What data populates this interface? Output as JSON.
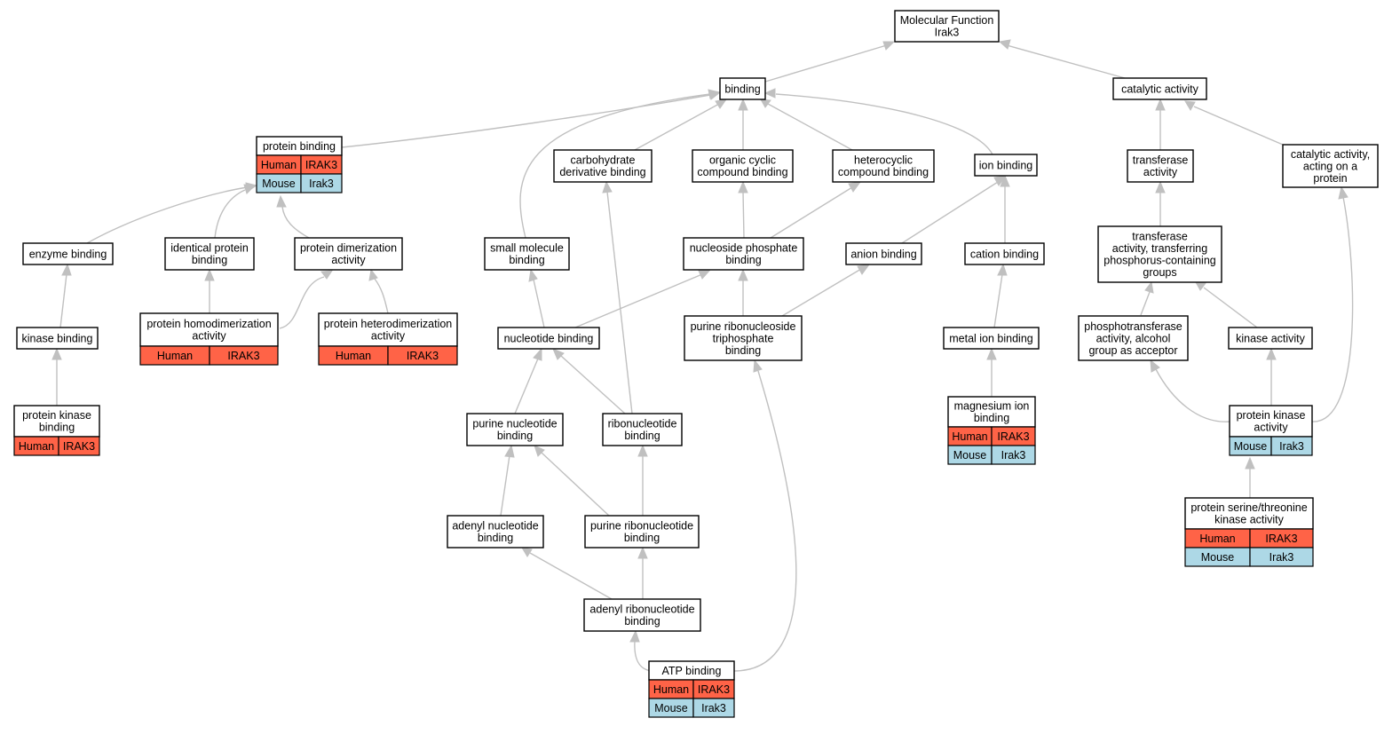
{
  "colors": {
    "human": "#ff6347",
    "mouse": "#add8e6",
    "edge": "#c0c0c0",
    "border": "#000000"
  },
  "nodes": {
    "mf": {
      "lines": [
        "Molecular Function",
        "Irak3"
      ]
    },
    "binding": {
      "lines": [
        "binding"
      ]
    },
    "catalytic": {
      "lines": [
        "catalytic activity"
      ]
    },
    "protbind": {
      "lines": [
        "protein binding"
      ],
      "species": [
        [
          "Human",
          "IRAK3"
        ],
        [
          "Mouse",
          "Irak3"
        ]
      ]
    },
    "carbo": {
      "lines": [
        "carbohydrate",
        "derivative binding"
      ]
    },
    "orgcyc": {
      "lines": [
        "organic cyclic",
        "compound binding"
      ]
    },
    "hetcyc": {
      "lines": [
        "heterocyclic",
        "compound binding"
      ]
    },
    "ionbind": {
      "lines": [
        "ion binding"
      ]
    },
    "transf": {
      "lines": [
        "transferase",
        "activity"
      ]
    },
    "catprot": {
      "lines": [
        "catalytic activity,",
        "acting on a",
        "protein"
      ]
    },
    "enzbind": {
      "lines": [
        "enzyme binding"
      ]
    },
    "identbind": {
      "lines": [
        "identical protein",
        "binding"
      ]
    },
    "dimer": {
      "lines": [
        "protein dimerization",
        "activity"
      ]
    },
    "smallmol": {
      "lines": [
        "small molecule",
        "binding"
      ]
    },
    "nucphos": {
      "lines": [
        "nucleoside phosphate",
        "binding"
      ]
    },
    "anion": {
      "lines": [
        "anion binding"
      ]
    },
    "cation": {
      "lines": [
        "cation binding"
      ]
    },
    "transfphos": {
      "lines": [
        "transferase",
        "activity, transferring",
        "phosphorus-containing",
        "groups"
      ]
    },
    "kinbind": {
      "lines": [
        "kinase binding"
      ]
    },
    "homodim": {
      "lines": [
        "protein homodimerization",
        "activity"
      ],
      "species": [
        [
          "Human",
          "IRAK3"
        ]
      ]
    },
    "heterodim": {
      "lines": [
        "protein heterodimerization",
        "activity"
      ],
      "species": [
        [
          "Human",
          "IRAK3"
        ]
      ]
    },
    "nucleotide": {
      "lines": [
        "nucleotide binding"
      ]
    },
    "purribtri": {
      "lines": [
        "purine ribonucleoside",
        "triphosphate",
        "binding"
      ]
    },
    "metalion": {
      "lines": [
        "metal ion binding"
      ]
    },
    "phosalc": {
      "lines": [
        "phosphotransferase",
        "activity, alcohol",
        "group as acceptor"
      ]
    },
    "kinact": {
      "lines": [
        "kinase activity"
      ]
    },
    "protkinbind": {
      "lines": [
        "protein kinase",
        "binding"
      ],
      "species": [
        [
          "Human",
          "IRAK3"
        ]
      ]
    },
    "purnuc": {
      "lines": [
        "purine nucleotide",
        "binding"
      ]
    },
    "ribonuc": {
      "lines": [
        "ribonucleotide",
        "binding"
      ]
    },
    "magion": {
      "lines": [
        "magnesium ion",
        "binding"
      ],
      "species": [
        [
          "Human",
          "IRAK3"
        ],
        [
          "Mouse",
          "Irak3"
        ]
      ]
    },
    "protkinact": {
      "lines": [
        "protein kinase",
        "activity"
      ],
      "species": [
        [
          "Mouse",
          "Irak3"
        ]
      ]
    },
    "adenylnuc": {
      "lines": [
        "adenyl nucleotide",
        "binding"
      ]
    },
    "purribnuc": {
      "lines": [
        "purine ribonucleotide",
        "binding"
      ]
    },
    "serthr": {
      "lines": [
        "protein serine/threonine",
        "kinase activity"
      ],
      "species": [
        [
          "Human",
          "IRAK3"
        ],
        [
          "Mouse",
          "Irak3"
        ]
      ]
    },
    "adenylrib": {
      "lines": [
        "adenyl ribonucleotide",
        "binding"
      ]
    },
    "atp": {
      "lines": [
        "ATP binding"
      ],
      "species": [
        [
          "Human",
          "IRAK3"
        ],
        [
          "Mouse",
          "Irak3"
        ]
      ]
    }
  }
}
